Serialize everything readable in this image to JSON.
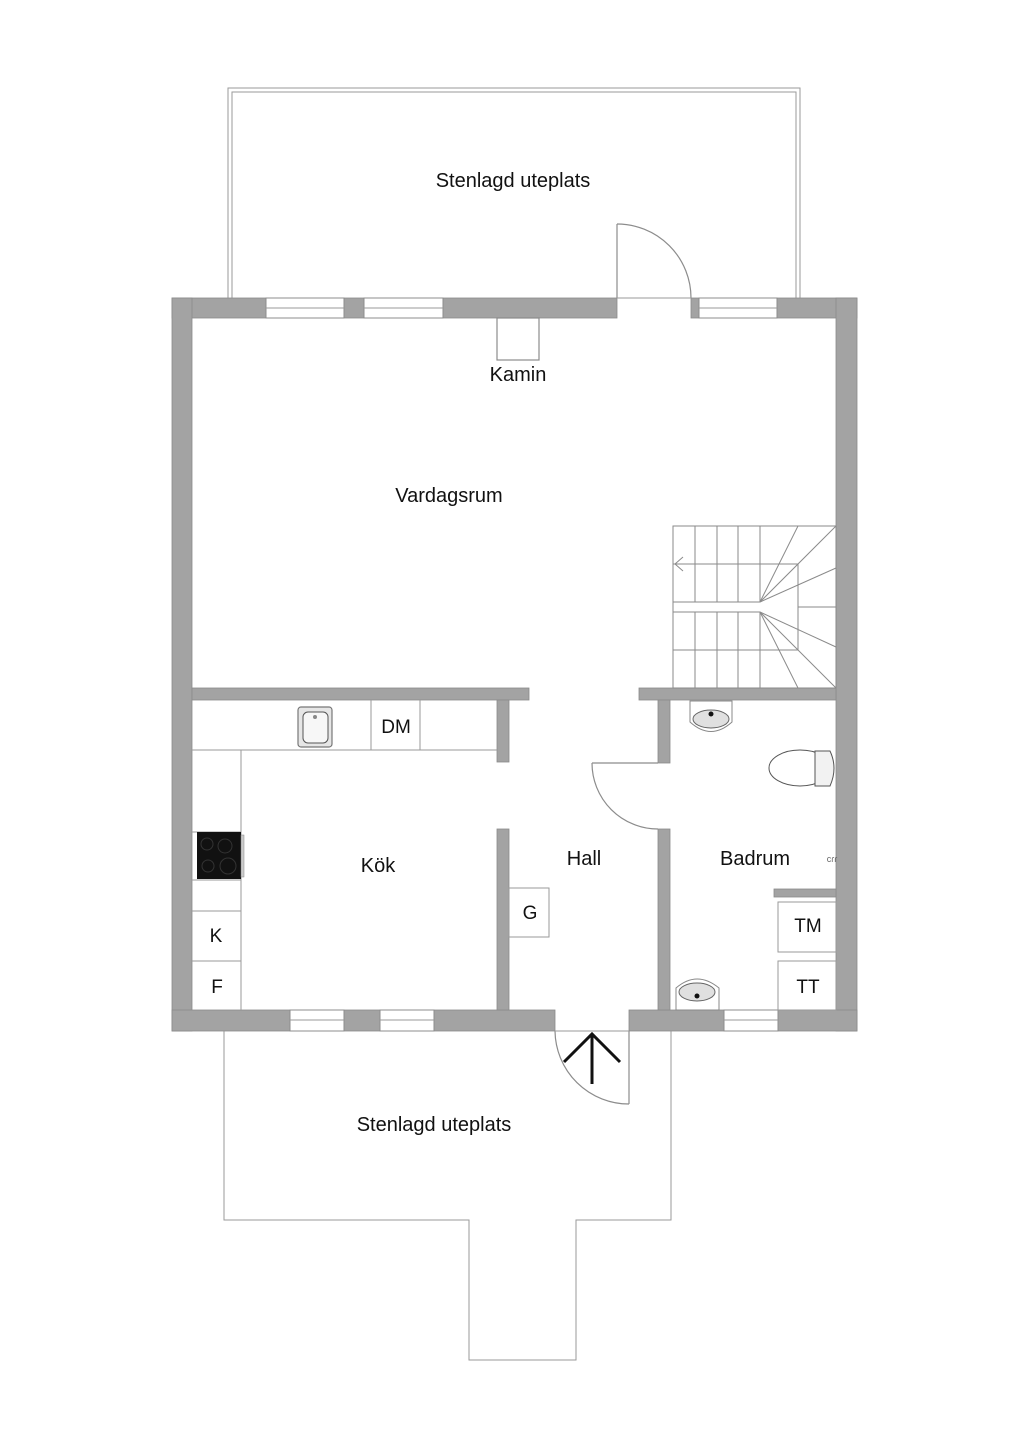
{
  "floorplan": {
    "colors": {
      "wall": "#a3a3a3",
      "line": "#8c8c8c",
      "text": "#111111",
      "background": "#ffffff"
    },
    "areas": {
      "patio_top": "Stenlagd uteplats",
      "fireplace": "Kamin",
      "living_room": "Vardagsrum",
      "kitchen": "Kök",
      "hall": "Hall",
      "bathroom": "Badrum",
      "patio_bottom": "Stenlagd uteplats"
    },
    "fixtures": {
      "dishwasher": "DM",
      "fridge": "K",
      "freezer": "F",
      "wardrobe": "G",
      "dryer": "TM",
      "drying_cabinet": "TT"
    },
    "icons": {
      "entrance": "entrance-arrow-icon",
      "stairs": "staircase-icon",
      "sink": "kitchen-sink-icon",
      "stove": "stove-icon",
      "washbasin": "washbasin-icon",
      "toilet": "toilet-icon"
    }
  }
}
